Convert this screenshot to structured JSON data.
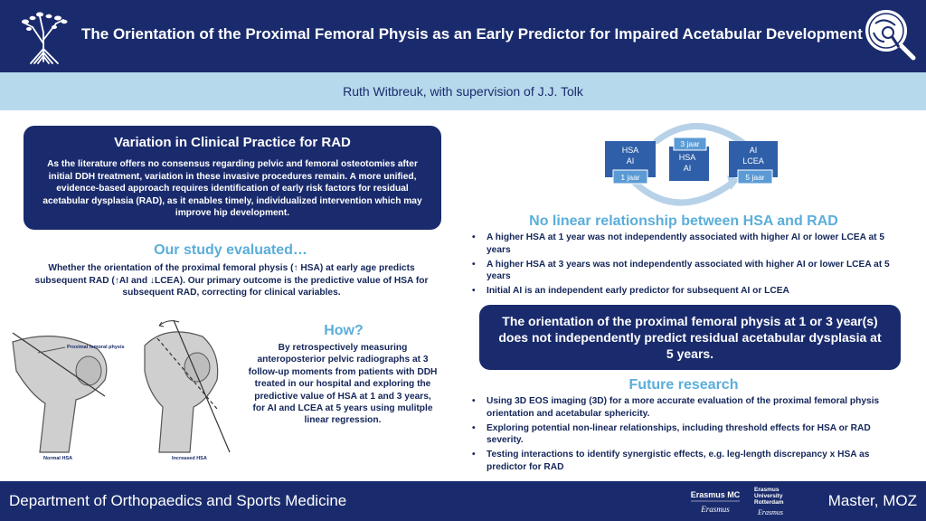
{
  "header": {
    "title": "The Orientation of the Proximal Femoral Physis as an Early Predictor for Impaired Acetabular Development",
    "bg_color": "#1a2b6d"
  },
  "author": "Ruth Witbreuk, with supervision of J.J. Tolk",
  "variation": {
    "title": "Variation in Clinical Practice for RAD",
    "text": "As the literature offers no consensus regarding pelvic and femoral osteotomies after initial DDH treatment, variation in these invasive procedures remain. A more unified, evidence-based approach requires identification of early risk factors for residual acetabular dysplasia (RAD), as it enables timely, individualized intervention which may improve hip development."
  },
  "study": {
    "title": "Our study evaluated…",
    "text": "Whether the orientation of the proximal femoral physis (↑ HSA) at early age predicts subsequent RAD (↑AI and ↓LCEA). Our primary outcome is the predictive value of HSA for subsequent  RAD, correcting for clinical variables."
  },
  "figure": {
    "label_physis": "Proximal  femoral physis",
    "label_normal": "Normal HSA",
    "label_increased": "Increased HSA"
  },
  "how": {
    "title": "How?",
    "text": "By retrospectively measuring anteroposterior pelvic radiographs at 3 follow-up moments from patients with DDH treated in our hospital and exploring the predictive value of HSA at 1 and 3 years, for AI and LCEA at 5 years using mulitple linear regression."
  },
  "flow": {
    "box1": [
      "HSA",
      "AI"
    ],
    "box1_tag": "1 jaar",
    "box2": [
      "HSA",
      "AI"
    ],
    "box2_tag": "3 jaar",
    "box3": [
      "AI",
      "LCEA"
    ],
    "box3_tag": "5 jaar"
  },
  "no_linear": {
    "title": "No linear relationship between HSA and RAD",
    "bullets": [
      "A higher HSA at 1 year was not independently associated with higher AI or lower LCEA at 5 years",
      "A higher HSA at 3 years was not independently associated with higher AI or lower LCEA at 5 years",
      "Initial AI is an independent early predictor for subsequent AI or LCEA"
    ]
  },
  "conclusion": "The orientation of the proximal femoral physis at 1 or 3 year(s) does not independently predict residual acetabular dysplasia at 5 years.",
  "future": {
    "title": "Future research",
    "bullets": [
      "Using 3D EOS imaging (3D) for a more accurate evaluation of the proximal femoral physis orientation and acetabular sphericity.",
      "Exploring potential non-linear relationships, including threshold effects for HSA or RAD severity.",
      "Testing interactions to identify synergistic effects, e.g. leg-length discrepancy x HSA as predictor for RAD"
    ]
  },
  "footer": {
    "department": "Department of Orthopaedics and Sports Medicine",
    "master": "Master, MOZ",
    "logo_emc": [
      "Erasmus MC",
      "Erasmus"
    ],
    "logo_eur": [
      "Erasmus",
      "University",
      "Rotterdam",
      "Erasmus"
    ]
  },
  "colors": {
    "navy": "#1a2b6d",
    "light_blue": "#b7d9ec",
    "accent_blue": "#5aaedb",
    "box_blue": "#2f5fa8",
    "tag_blue": "#5b9bd5"
  }
}
